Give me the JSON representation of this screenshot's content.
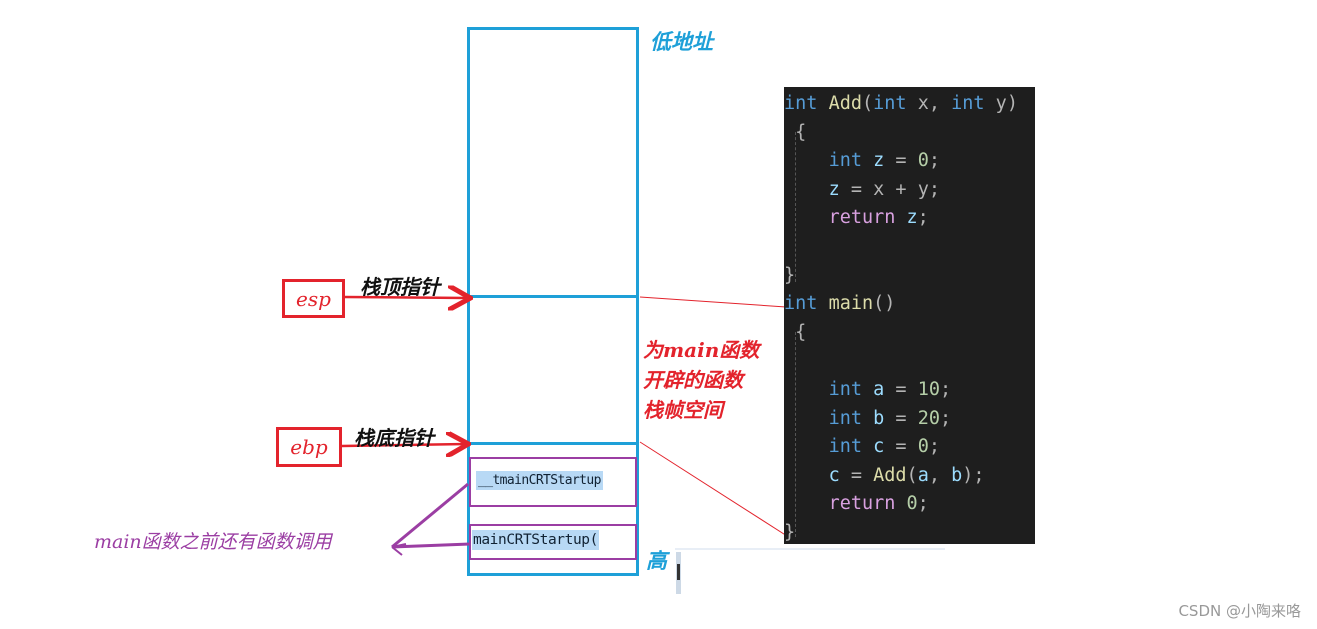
{
  "labels": {
    "low_address": "低地址",
    "high_address": "高",
    "esp_pointer": "栈顶指针",
    "ebp_pointer": "栈底指针",
    "frame_note_lines": [
      "为main函数",
      "开辟的函数",
      "栈帧空间"
    ],
    "before_main_note": "main函数之前还有函数调用"
  },
  "registers": {
    "esp": "esp",
    "ebp": "ebp"
  },
  "stack_frames": {
    "crt_upper": "__tmainCRTStartup",
    "crt_lower": "mainCRTStartup("
  },
  "code": {
    "add_func": {
      "signature": {
        "ret": "int",
        "name": "Add",
        "open": "(",
        "p1_type": "int",
        "p1": "x",
        "sep": ",",
        "p2_type": "int",
        "p2": "y",
        "close": ")"
      },
      "open_brace": "{",
      "line1": {
        "type": "int",
        "var": "z",
        "op": "=",
        "val": "0",
        "end": ";"
      },
      "line2": {
        "lhs": "z",
        "op": "=",
        "a": "x",
        "plus": "+",
        "b": "y",
        "end": ";"
      },
      "line3": {
        "kw": "return",
        "var": "z",
        "end": ";"
      },
      "close_brace": "}"
    },
    "main_func": {
      "signature": {
        "ret": "int",
        "name": "main",
        "parens": "()"
      },
      "open_brace": "{",
      "decl_a": {
        "type": "int",
        "var": "a",
        "op": "=",
        "val": "10",
        "end": ";"
      },
      "decl_b": {
        "type": "int",
        "var": "b",
        "op": "=",
        "val": "20",
        "end": ";"
      },
      "decl_c": {
        "type": "int",
        "var": "c",
        "op": "=",
        "val": "0",
        "end": ";"
      },
      "call": {
        "lhs": "c",
        "op": "=",
        "fn": "Add",
        "open": "(",
        "a": "a",
        "sep": ",",
        "b": "b",
        "close": ")",
        "end": ";"
      },
      "ret": {
        "kw": "return",
        "val": "0",
        "end": ";"
      },
      "close_brace": "}"
    }
  },
  "watermark": "CSDN @小陶来咯",
  "colors": {
    "stack_border": "#1ea0d8",
    "register_red": "#e3232c",
    "purple": "#9b3ea3",
    "code_bg": "#1e1e1e"
  }
}
